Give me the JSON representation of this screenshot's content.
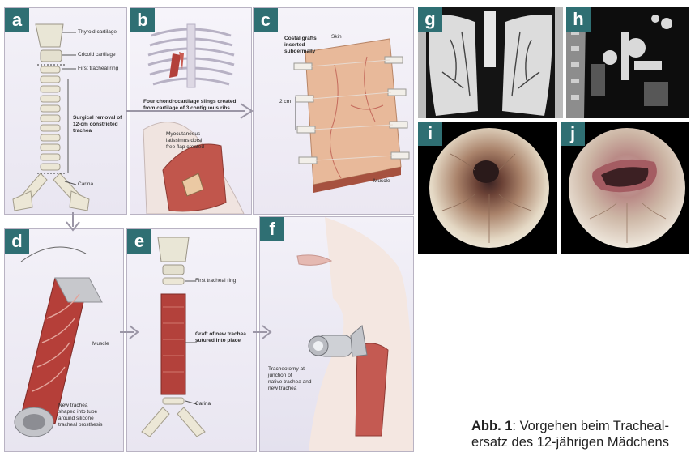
{
  "panels": {
    "a": {
      "tag": "a",
      "labels": {
        "thyroid": "Thyroid cartilage",
        "cricoid": "Cricoid cartilage",
        "ring": "First tracheal ring",
        "removal": "Surgical removal of\n12-cm constricted\ntrachea",
        "carina": "Carina"
      }
    },
    "b": {
      "tag": "b",
      "labels": {
        "slings": "Four chondrocartilage slings created\nfrom cartilage of 3 contiguous ribs",
        "flap": "Myocutaneous\nlatissimus dorsi\nfree flap created"
      }
    },
    "c": {
      "tag": "c",
      "labels": {
        "costal": "Costal grafts\ninserted\nsubdermally",
        "skin": "Skin",
        "cm": "2 cm",
        "muscle": "Muscle"
      }
    },
    "d": {
      "tag": "d",
      "labels": {
        "muscle": "Muscle",
        "newtrachea": "New trachea\nshaped into tube\naround silicone\ntracheal prosthesis"
      }
    },
    "e": {
      "tag": "e",
      "labels": {
        "ring": "First tracheal ring",
        "graft": "Graft of new trachea\nsutured into place",
        "carina": "Carina"
      }
    },
    "f": {
      "tag": "f",
      "labels": {
        "trach": "Tracheotomy at\njunction of\nnative trachea and\nnew trachea"
      }
    },
    "g": {
      "tag": "g"
    },
    "h": {
      "tag": "h"
    },
    "i": {
      "tag": "i"
    },
    "j": {
      "tag": "j"
    }
  },
  "caption": {
    "bold": "Abb. 1",
    "text": ": Vorgehen beim Tracheal-",
    "line2": "ersatz des 12-jährigen Mädchens"
  },
  "colors": {
    "tag": "#2f6f73",
    "muscle": "#b3413b",
    "skin": "#e8b99a",
    "bg_tint": "#f1eef6"
  }
}
